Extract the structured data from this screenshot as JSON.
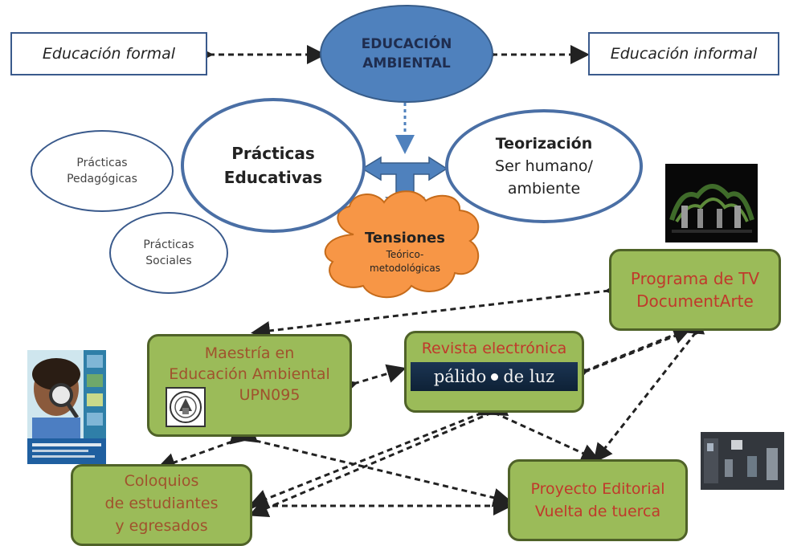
{
  "colors": {
    "blue_fill": "#4f81bd",
    "blue_border": "#385d8a",
    "green_fill": "#9bbb59",
    "green_border": "#4f6228",
    "brown_text": "#a0522d",
    "red_text": "#c0392b",
    "cloud": "#f79646",
    "arrow_blue": "#4f81bd"
  },
  "nodes": {
    "educacion_ambiental": [
      "EDUCACIÓN",
      "AMBIENTAL"
    ],
    "educacion_formal": "Educación formal",
    "educacion_informal": "Educación informal",
    "practicas_educativas": [
      "Prácticas",
      "Educativas"
    ],
    "teorizacion": {
      "title": "Teorización",
      "lines": [
        "Ser humano/",
        "ambiente"
      ]
    },
    "practicas_pedagogicas": [
      "Prácticas",
      "Pedagógicas"
    ],
    "practicas_sociales": [
      "Prácticas",
      "Sociales"
    ],
    "tensiones": {
      "title": "Tensiones",
      "lines": [
        "Teórico-",
        "metodológicas"
      ]
    },
    "programa_tv": [
      "Programa de TV",
      "DocumentArte"
    ],
    "maestria": [
      "Maestría en",
      "Educación Ambiental",
      "UPN095"
    ],
    "revista": "Revista electrónica",
    "revista_logo": {
      "left": "pálido",
      "right": "de luz"
    },
    "coloquios": [
      "Coloquios",
      "de estudiantes",
      "y egresados"
    ],
    "proyecto_editorial": [
      "Proyecto Editorial",
      "Vuelta de tuerca"
    ]
  },
  "images": [
    "tv-program-photo",
    "child-magnifier-poster",
    "upn-seal-logo",
    "editorial-thumbnail-photo"
  ]
}
